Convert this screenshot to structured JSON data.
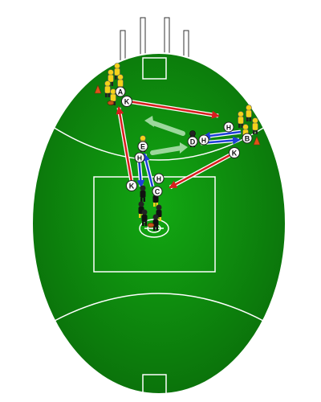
{
  "diagram": {
    "colors": {
      "field_dark": "#0a6b0a",
      "field_light": "#10a010",
      "lines": "#ffffff",
      "kick_arrow": "#d81e1e",
      "handball_arrow": "#1e3fd8",
      "run_arrow": "#9cd89c",
      "player_yellow": "#f4d21a",
      "player_black": "#111111",
      "cone": "#e0531a",
      "ball": "#c4511a"
    },
    "stations": {
      "a": "A",
      "b": "B",
      "c": "C",
      "d": "D",
      "e": "E"
    },
    "kick_label": "K",
    "handball_label": "H"
  }
}
